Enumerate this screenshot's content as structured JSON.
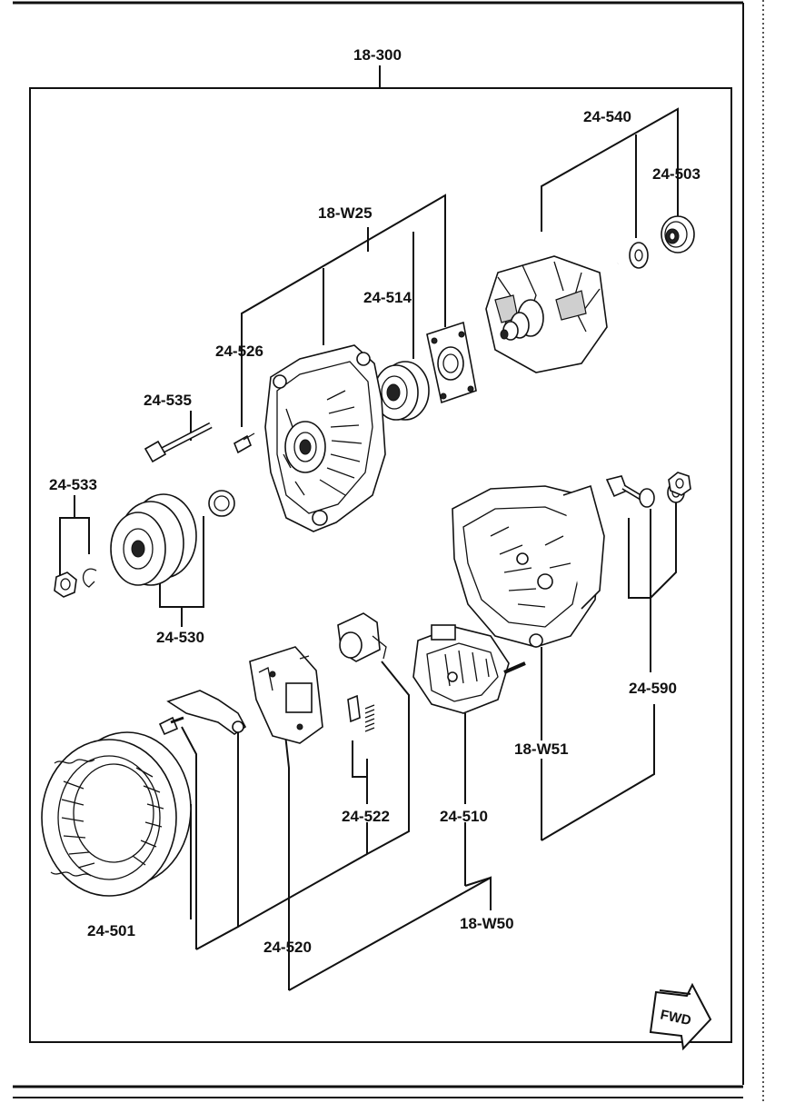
{
  "diagram": {
    "assembly_label": "18-300",
    "part_labels": {
      "p24_540": "24-540",
      "p24_503": "24-503",
      "p18_W25": "18-W25",
      "p24_514": "24-514",
      "p24_526": "24-526",
      "p24_535": "24-535",
      "p24_533": "24-533",
      "p24_530": "24-530",
      "p24_590": "24-590",
      "p18_W51": "18-W51",
      "p24_522": "24-522",
      "p24_510": "24-510",
      "p24_501": "24-501",
      "p18_W50": "18-W50",
      "p24_520": "24-520"
    },
    "direction_arrow": "FWD"
  }
}
